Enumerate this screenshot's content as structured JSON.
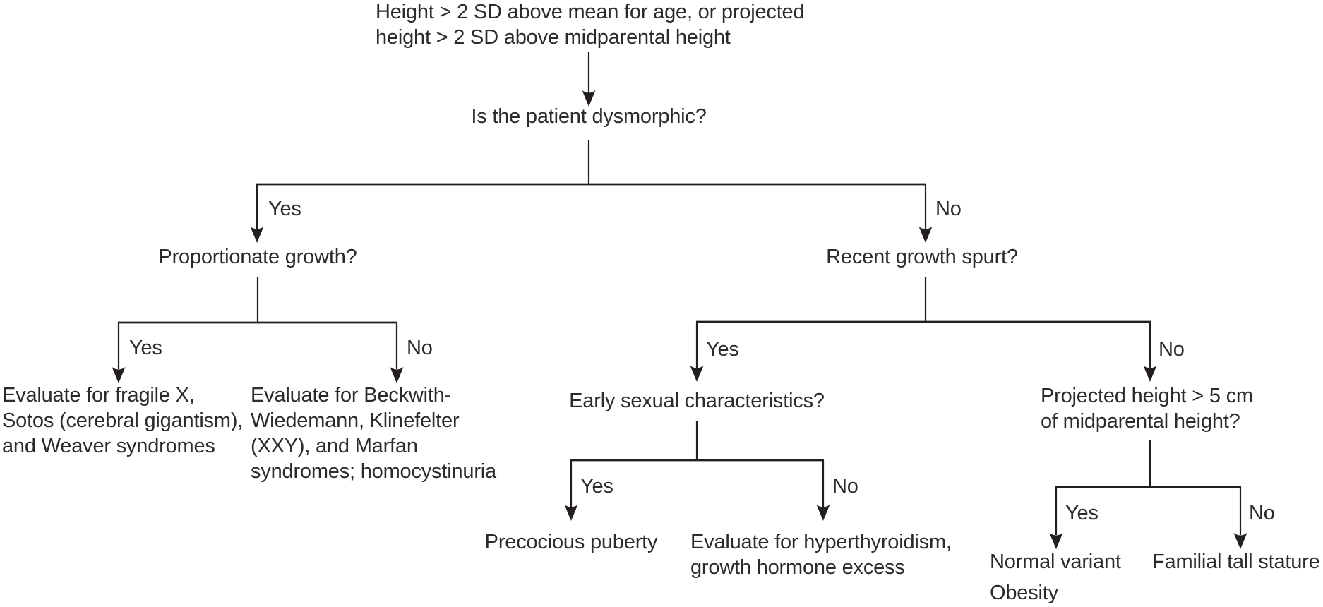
{
  "diagram": {
    "root_condition": {
      "lines": [
        "Height > 2 SD above mean for age, or projected",
        "height > 2 SD above midparental height"
      ]
    },
    "decision_labels": {
      "yes": "Yes",
      "no": "No"
    },
    "questions": {
      "dysmorphic": "Is the patient dysmorphic?",
      "proportionate_growth": "Proportionate growth?",
      "recent_growth_spurt": "Recent growth spurt?",
      "early_sexual_characteristics": "Early sexual characteristics?",
      "projected_height": {
        "lines": [
          "Projected height > 5 cm",
          "of midparental height?"
        ]
      }
    },
    "outcomes": {
      "syndromic_proportionate": {
        "lines": [
          "Evaluate for fragile X,",
          "Sotos (cerebral gigantism),",
          "and Weaver syndromes"
        ]
      },
      "syndromic_disproportionate": {
        "lines": [
          "Evaluate for Beckwith-",
          "Wiedemann, Klinefelter",
          "(XXY), and Marfan",
          "syndromes; homocystinuria"
        ]
      },
      "precocious_puberty": "Precocious puberty",
      "hyperthyroidism": {
        "lines": [
          "Evaluate for hyperthyroidism,",
          "growth hormone excess"
        ]
      },
      "normal_variant": "Normal variant",
      "obesity": "Obesity",
      "familial_tall_stature": "Familial tall stature"
    },
    "colors": {
      "text": "#2d2a2b",
      "line": "#231f20",
      "background": "#ffffff"
    }
  }
}
